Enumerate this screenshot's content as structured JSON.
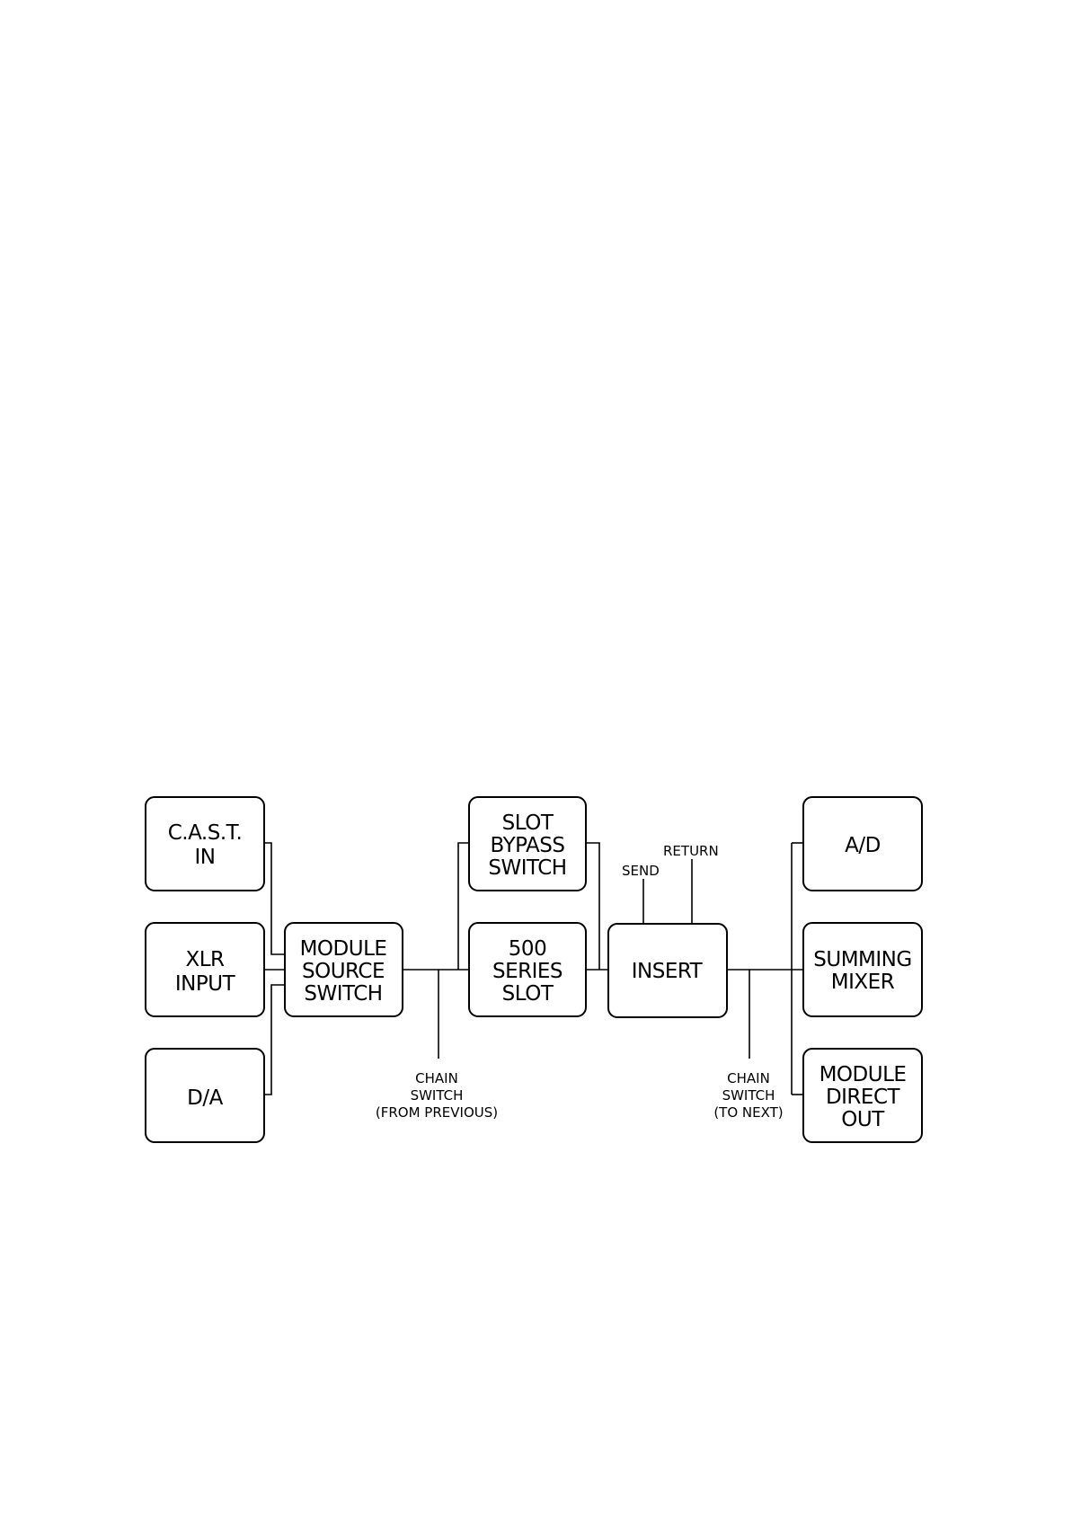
{
  "diagram": {
    "blocks": {
      "cast_in": [
        "C.A.S.T.",
        "IN"
      ],
      "xlr_input": [
        "XLR",
        "INPUT"
      ],
      "da": [
        "D/A"
      ],
      "module_source_switch": [
        "MODULE",
        "SOURCE",
        "SWITCH"
      ],
      "slot_bypass_switch": [
        "SLOT",
        "BYPASS",
        "SWITCH"
      ],
      "series_slot": [
        "500",
        "SERIES",
        "SLOT"
      ],
      "insert": [
        "INSERT"
      ],
      "ad": [
        "A/D"
      ],
      "summing_mixer": [
        "SUMMING",
        "MIXER"
      ],
      "module_direct_out": [
        "MODULE",
        "DIRECT",
        "OUT"
      ]
    },
    "labels": {
      "send": "SEND",
      "return": "RETURN",
      "chain_from": [
        "CHAIN",
        "SWITCH",
        "(FROM PREVIOUS)"
      ],
      "chain_to": [
        "CHAIN",
        "SWITCH",
        "(TO NEXT)"
      ]
    }
  }
}
